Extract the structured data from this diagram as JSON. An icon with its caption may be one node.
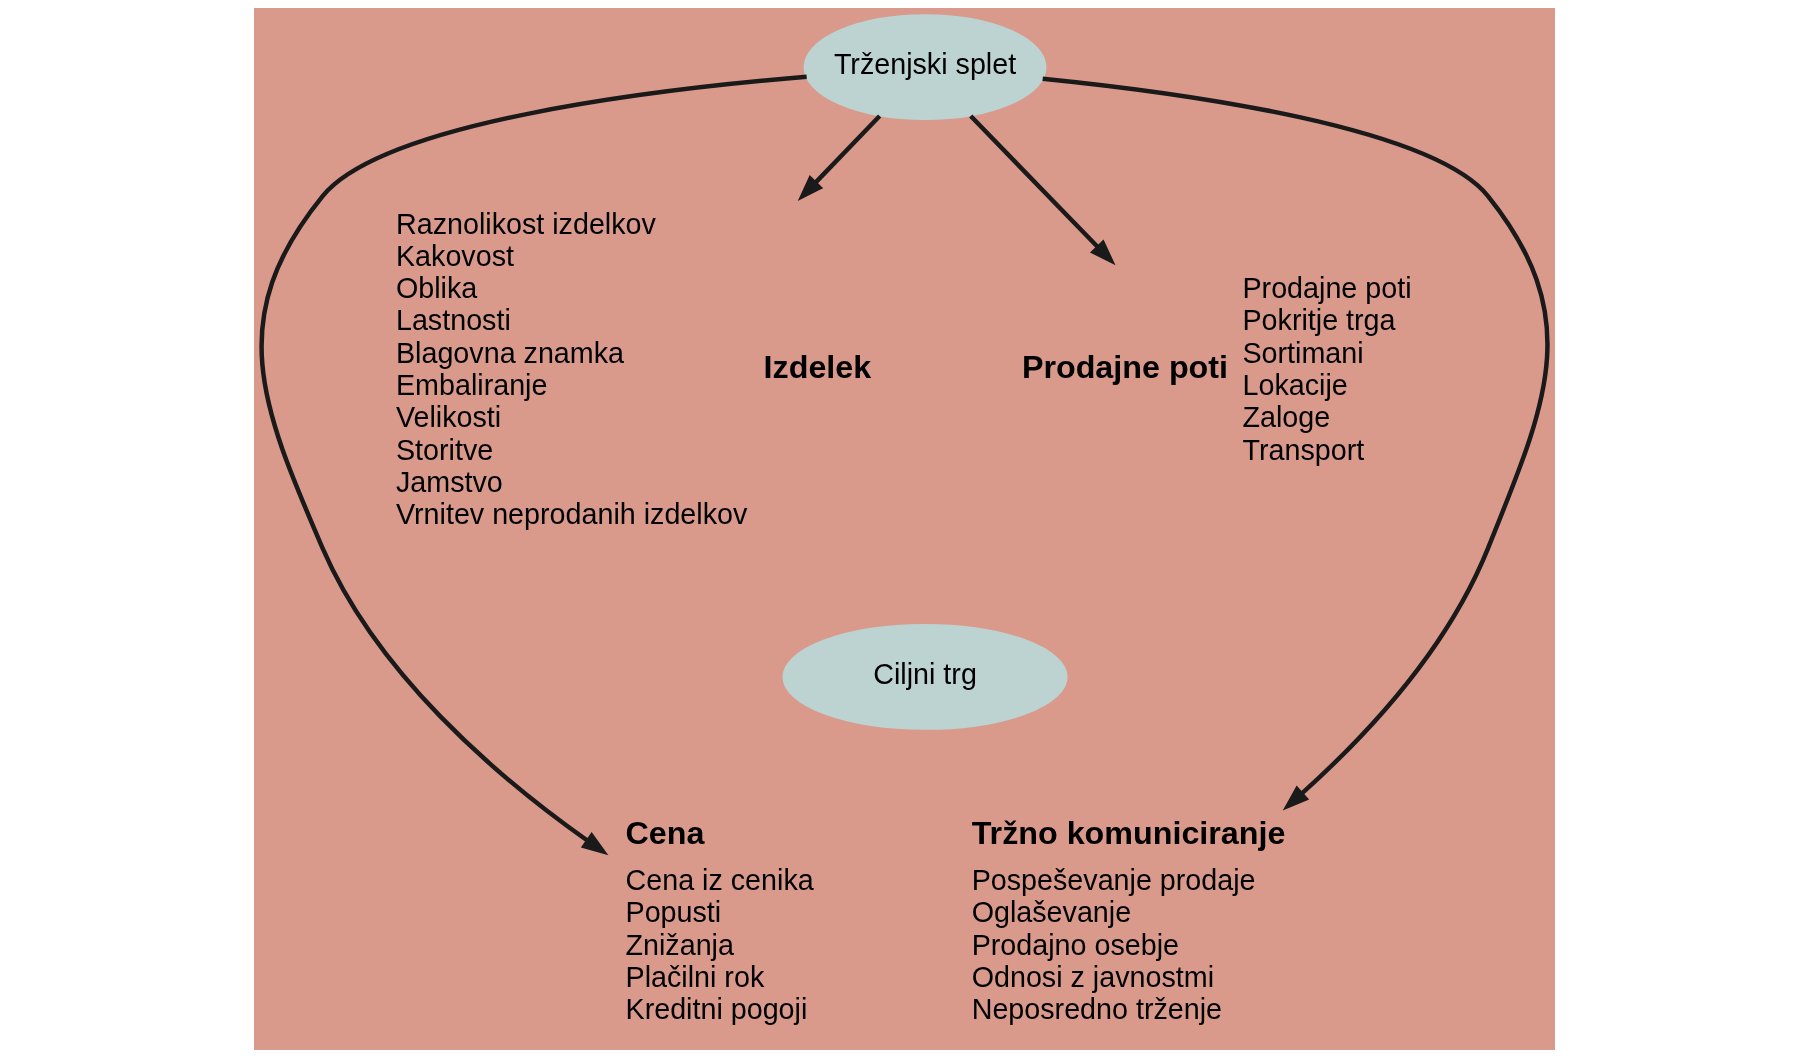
{
  "diagram": {
    "nodes": [
      {
        "text": [
          "Trženjski splet"
        ]
      },
      {
        "text": [
          "Ciljni trg"
        ]
      },
      {
        "text": [
          "Izdelek"
        ],
        "beside": [
          "Raznolikost izdelkov",
          "Kakovost",
          "Oblika",
          "Lastnosti",
          "Blagovna znamka",
          "Embaliranje",
          "Velikosti",
          "Storitve",
          "Jamstvo",
          "Vrnitev neprodanih izdelkov"
        ]
      },
      {
        "text": [
          "Cena"
        ],
        "beside": [
          "Cena iz cenika",
          "Popusti",
          "Znižanja",
          "Plačilni rok",
          "Kreditni pogoji"
        ]
      },
      {
        "text": [
          "Prodajne poti"
        ],
        "beside": [
          "Prodajne poti",
          "Pokritje trga",
          "Sortimani",
          "Lokacije",
          "Zaloge",
          "Transport"
        ]
      },
      {
        "text": [
          "Tržno komuniciranje"
        ],
        "beside": [
          "Pospeševanje prodaje",
          "Oglaševanje",
          "Prodajno osebje",
          "Odnosi z javnostmi",
          "Neposredno trženje"
        ]
      }
    ],
    "edges": [
      {
        "from": 0,
        "to": 2,
        "arrow": "to"
      },
      {
        "from": 0,
        "to": 3,
        "arrow": "to"
      },
      {
        "from": 0,
        "to": 4,
        "arrow": "to"
      },
      {
        "from": 0,
        "to": 5,
        "arrow": "to"
      }
    ]
  }
}
